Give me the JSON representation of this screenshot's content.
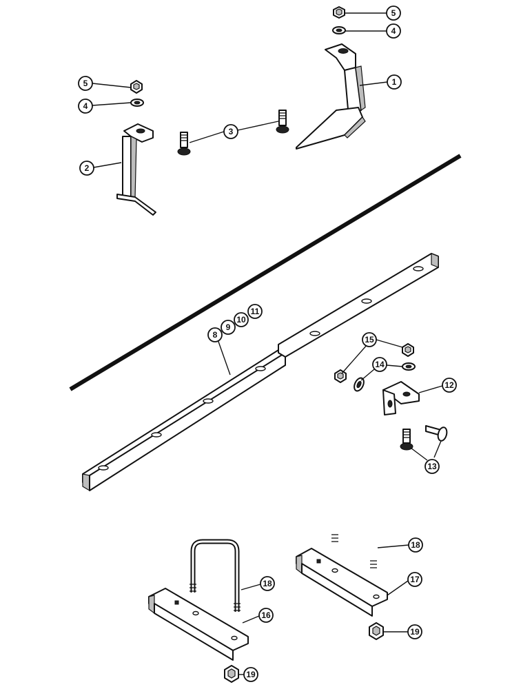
{
  "callouts": {
    "c5_top": "5",
    "c4_top": "4",
    "c1": "1",
    "c5_left": "5",
    "c4_left": "4",
    "c3": "3",
    "c2": "2",
    "c8": "8",
    "c9": "9",
    "c10": "10",
    "c11": "11",
    "c15": "15",
    "c14": "14",
    "c12": "12",
    "c13": "13",
    "c18_right": "18",
    "c17": "17",
    "c18_left": "18",
    "c16": "16",
    "c19_right": "19",
    "c19_bottom": "19"
  },
  "colors": {
    "line": "#111111",
    "background": "#ffffff",
    "shading": "#bdbdbd"
  }
}
